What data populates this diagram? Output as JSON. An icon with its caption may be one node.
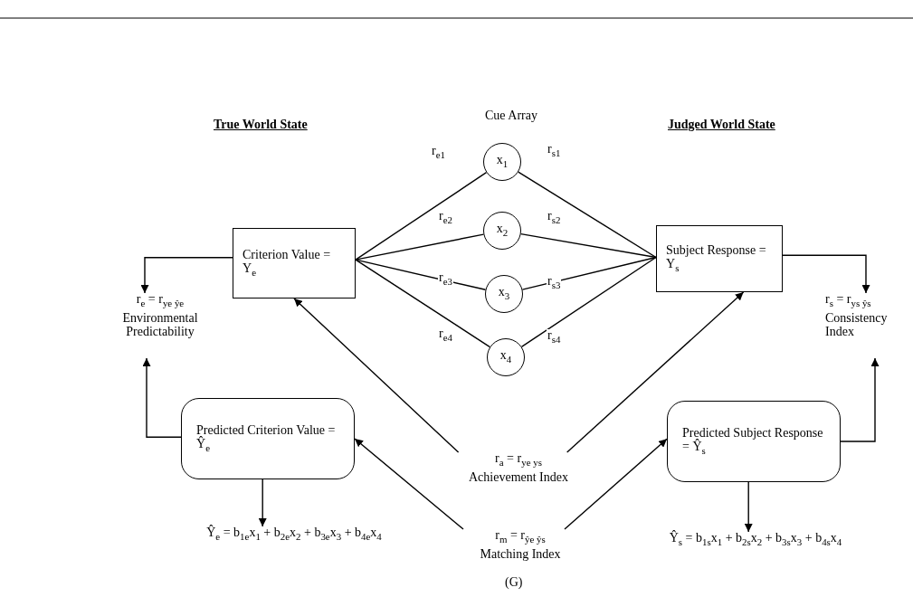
{
  "diagram": {
    "nodes": [
      {
        "text": [
          "Criterion Value = Y$_{e}$"
        ]
      },
      {
        "text": [
          "x$_{1}$"
        ]
      },
      {
        "text": [
          "x$_{2}$"
        ]
      },
      {
        "text": [
          "x$_{3}$"
        ]
      },
      {
        "text": [
          "x$_{4}$"
        ]
      },
      {
        "text": [
          "Subject Response = Y$_{s}$"
        ]
      },
      {
        "text": [
          "r$_{e}$ = r$_{ye ŷe}$",
          "Environmental Predictability"
        ]
      },
      {
        "text": [
          "r$_{s}$ = r$_{ys ŷs}$",
          "Consistency Index"
        ]
      },
      {
        "text": [
          "Predicted Criterion Value = Ŷ$_{e}$"
        ]
      },
      {
        "text": [
          "Predicted Subject Response = Ŷ$_{s}$"
        ]
      },
      {
        "text": [
          "r$_{a}$ = r$_{ye ys}$",
          "Achievement Index"
        ]
      },
      {
        "text": [
          "r$_{m}$ = r$_{ŷe ŷs}$",
          "Matching Index"
        ]
      },
      {
        "text": [
          "Ŷ$_{e}$ = b$_{1e}$x$_{1}$ + b$_{2e}$x$_{2}$ + b$_{3e}$x$_{3}$ + b$_{4e}$x$_{4}$"
        ]
      },
      {
        "text": [
          "Ŷ$_{s}$ = b$_{1s}$x$_{1}$ + b$_{2s}$x$_{2}$ + b$_{3s}$x$_{3}$ + b$_{4s}$x$_{4}$"
        ]
      }
    ],
    "edges": [
      {
        "from": 0,
        "to": 1,
        "arrow": "none",
        "label": "r$_{e1}$"
      },
      {
        "from": 0,
        "to": 2,
        "arrow": "none",
        "label": "r$_{e2}$"
      },
      {
        "from": 0,
        "to": 3,
        "arrow": "none",
        "label": "r$_{e3}$"
      },
      {
        "from": 0,
        "to": 4,
        "arrow": "none",
        "label": "r$_{e4}$"
      },
      {
        "from": 1,
        "to": 5,
        "arrow": "none",
        "label": "r$_{s1}$"
      },
      {
        "from": 2,
        "to": 5,
        "arrow": "none",
        "label": "r$_{s2}$"
      },
      {
        "from": 3,
        "to": 5,
        "arrow": "none",
        "label": "r$_{s3}$"
      },
      {
        "from": 4,
        "to": 5,
        "arrow": "none",
        "label": "r$_{s4}$"
      },
      {
        "from": 0,
        "to": 6,
        "arrow": "to"
      },
      {
        "from": 8,
        "to": 6,
        "arrow": "to"
      },
      {
        "from": 5,
        "to": 7,
        "arrow": "to"
      },
      {
        "from": 9,
        "to": 7,
        "arrow": "to"
      },
      {
        "from": 8,
        "to": 12,
        "arrow": "to"
      },
      {
        "from": 9,
        "to": 13,
        "arrow": "to"
      },
      {
        "from": 10,
        "to": 0,
        "arrow": "to"
      },
      {
        "from": 10,
        "to": 5,
        "arrow": "to"
      },
      {
        "from": 11,
        "to": 8,
        "arrow": "to"
      },
      {
        "from": 11,
        "to": 9,
        "arrow": "to"
      }
    ],
    "labels": [
      "True World State",
      "Cue Array",
      "Judged World State",
      "(G)"
    ]
  }
}
